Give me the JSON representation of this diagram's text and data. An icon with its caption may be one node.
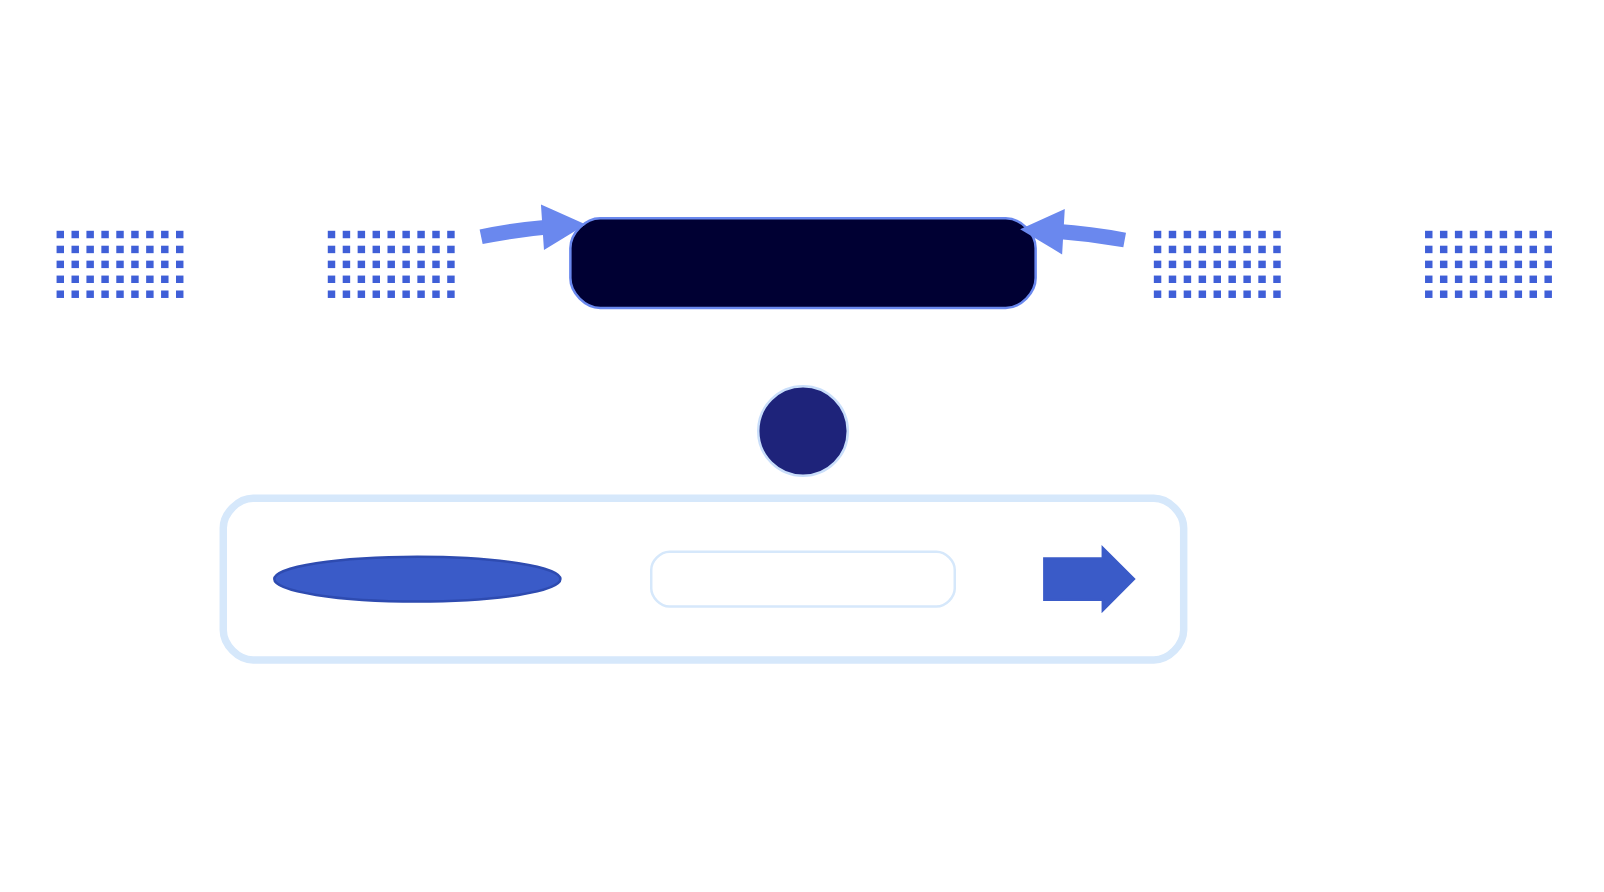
{
  "diagram": {
    "nodes": [
      {
        "text": [],
        "shape": "picture"
      },
      {
        "text": [],
        "shape": "picture"
      },
      {
        "text": [],
        "shape": "bar"
      },
      {
        "text": [],
        "shape": "picture"
      },
      {
        "text": [],
        "shape": "picture"
      },
      {
        "text": [],
        "shape": "box"
      },
      {
        "text": [],
        "shape": "circle"
      },
      {
        "text": [],
        "shape": "arrow",
        "in": 5
      },
      {
        "text": [],
        "shape": "box",
        "in": 5
      },
      {
        "text": [],
        "shape": "ellipse",
        "in": 5
      }
    ],
    "edges": [
      {
        "from": 1,
        "to": 2,
        "arrow": "to"
      },
      {
        "from": 3,
        "to": 2,
        "arrow": "to"
      }
    ]
  }
}
